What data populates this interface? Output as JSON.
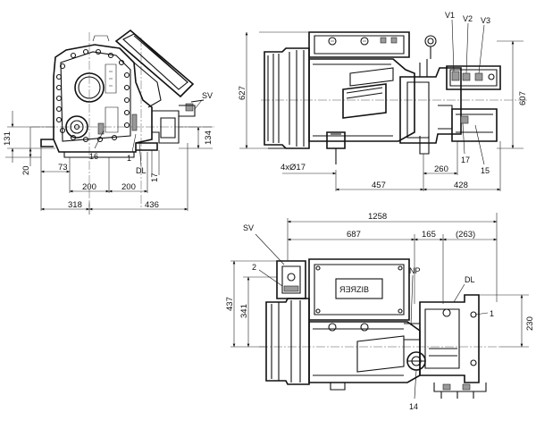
{
  "drawing": {
    "side_view": {
      "dims": {
        "h131": "131",
        "h20": "20",
        "w73": "73",
        "w200a": "200",
        "w200b": "200",
        "w318": "318",
        "w436": "436",
        "h134": "134",
        "v17": "17"
      },
      "labels": {
        "sv": "SV",
        "n16": "16",
        "n1": "1",
        "dl": "DL"
      }
    },
    "front_view": {
      "dims": {
        "h627": "627",
        "h607": "607",
        "holes": "4xØ17",
        "w457": "457",
        "w428": "428",
        "w260": "260"
      },
      "labels": {
        "v1": "V1",
        "v2": "V2",
        "v3": "V3",
        "n17": "17",
        "n15": "15"
      }
    },
    "top_view": {
      "dims": {
        "w1258": "1258",
        "w687": "687",
        "w165": "165",
        "w263": "(263)",
        "h437": "437",
        "h341": "341",
        "h230": "230"
      },
      "labels": {
        "sv": "SV",
        "n2": "2",
        "np": "NP",
        "dl": "DL",
        "n1": "1",
        "n14": "14"
      },
      "nameplate": "ЯƎЯZIB"
    }
  }
}
